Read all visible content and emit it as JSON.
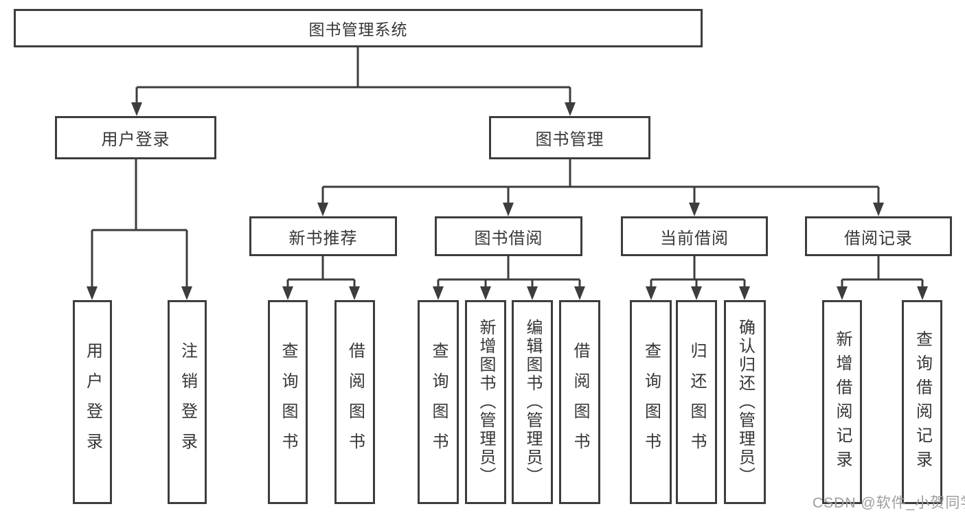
{
  "tree": {
    "root": {
      "label": "图书管理系统"
    },
    "branches": [
      {
        "label": "用户登录",
        "children": [
          {
            "label": "用户登录"
          },
          {
            "label": "注销登录"
          }
        ]
      },
      {
        "label": "图书管理",
        "children": [
          {
            "label": "新书推荐",
            "children": [
              {
                "label": "查询图书"
              },
              {
                "label": "借阅图书"
              }
            ]
          },
          {
            "label": "图书借阅",
            "children": [
              {
                "label": "查询图书"
              },
              {
                "label": "新增图书（管理员）"
              },
              {
                "label": "编辑图书（管理员）"
              },
              {
                "label": "借阅图书"
              }
            ]
          },
          {
            "label": "当前借阅",
            "children": [
              {
                "label": "查询图书"
              },
              {
                "label": "归还图书"
              },
              {
                "label": "确认归还（管理员）"
              }
            ]
          },
          {
            "label": "借阅记录",
            "children": [
              {
                "label": "新增借阅记录"
              },
              {
                "label": "查询借阅记录"
              }
            ]
          }
        ]
      }
    ]
  },
  "watermark": "CSDN @软件_小贺同学",
  "colors": {
    "line": "#3d3d3d",
    "text": "#363636",
    "box_fill": "#ffffff",
    "watermark_text": "#9d9d9d"
  }
}
